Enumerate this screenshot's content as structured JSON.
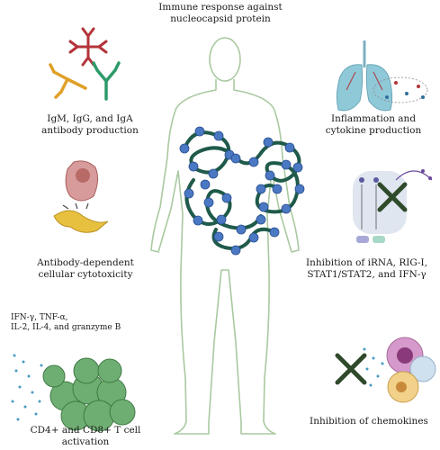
{
  "title": {
    "line1": "Immune response against",
    "line2": "nucleocapsid protein"
  },
  "panels": {
    "antibody": {
      "line1": "IgM, IgG, and IgA",
      "line2": "antibody production"
    },
    "inflammation": {
      "line1": "Inflammation and",
      "line2": "cytokine production"
    },
    "adcc": {
      "line1": "Antibody-dependent",
      "line2": "cellular cytotoxicity"
    },
    "inhibition_rna": {
      "line1": "Inhibition of iRNA, RIG-I,",
      "line2": "STAT1/STAT2, and IFN-γ"
    },
    "tcell": {
      "cytokines_line1": "IFN-γ, TNF-α,",
      "cytokines_line2": "IL-2, IL-4, and granzyme B",
      "line1": "CD4+ and CD8+ T cell",
      "line2": "activation"
    },
    "chemokines": {
      "line1": "Inhibition of chemokines"
    }
  },
  "colors": {
    "body_outline": "#a9c9a0",
    "nucleocapsid_bead": "#4a78c2",
    "nucleocapsid_strand": "#1f5a4a",
    "lung": "#8fc9d8",
    "cross": "#2f4a2a",
    "tcell": "#6fae72",
    "igm": "#b3343a",
    "igg": "#e0a028",
    "iga": "#2e9a6a"
  }
}
